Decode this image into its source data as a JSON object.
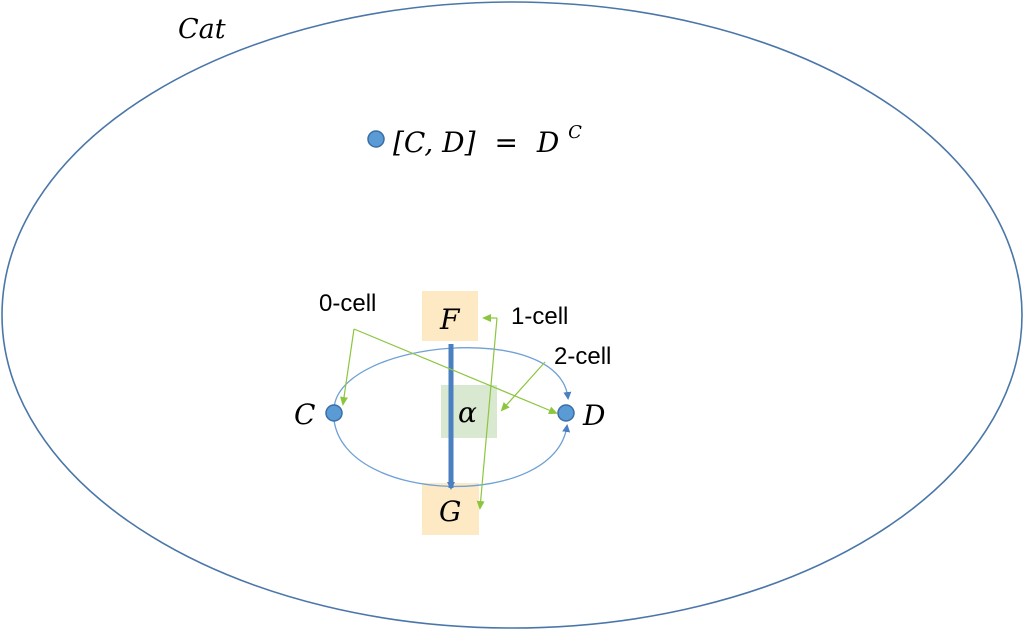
{
  "outer": {
    "label": "Cat"
  },
  "functor_category": {
    "lhs": "[C, D]",
    "equals": "=",
    "base": "D",
    "exponent": "C"
  },
  "objects": {
    "source": "C",
    "target": "D"
  },
  "functors": {
    "top": "F",
    "bottom": "G"
  },
  "transformation": {
    "label": "α"
  },
  "annotations": {
    "zero_cell": "0-cell",
    "one_cell": "1-cell",
    "two_cell": "2-cell"
  },
  "colors": {
    "outline": "#4a76a8",
    "node_fill": "#5b9bd5",
    "node_stroke": "#3a6ea5",
    "arrow_blue": "#4a7fc1",
    "ellipse": "#6ea1d6",
    "highlight_yellow": "#fde9c4",
    "highlight_green": "#d9e8d0",
    "annotation_green": "#8cc63f"
  }
}
